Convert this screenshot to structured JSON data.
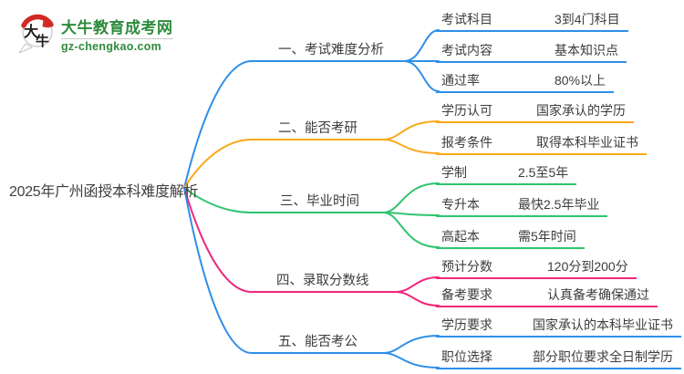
{
  "logo": {
    "site_name": "大牛教育成考网",
    "site_domain": "gz-chengkao.com",
    "mark_char_top": "大",
    "mark_char_bottom": "牛",
    "green": "#2e8b3d",
    "red": "#cf2b24"
  },
  "mindmap": {
    "root": "2025年广州函授本科难度解析",
    "colors": {
      "blue": "#2e8fe9",
      "orange": "#fba819",
      "green": "#2ec46e",
      "pink": "#f0267c"
    },
    "branches": [
      {
        "label": "一、考试难度分析",
        "color": "blue",
        "leaves": [
          {
            "label": "考试科目",
            "value": "3到4门科目"
          },
          {
            "label": "考试内容",
            "value": "基本知识点"
          },
          {
            "label": "通过率",
            "value": "80%以上"
          }
        ]
      },
      {
        "label": "二、能否考研",
        "color": "orange",
        "leaves": [
          {
            "label": "学历认可",
            "value": "国家承认的学历"
          },
          {
            "label": "报考条件",
            "value": "取得本科毕业证书"
          }
        ]
      },
      {
        "label": "三、毕业时间",
        "color": "green",
        "leaves": [
          {
            "label": "学制",
            "value": "2.5至5年"
          },
          {
            "label": "专升本",
            "value": "最快2.5年毕业"
          },
          {
            "label": "高起本",
            "value": "需5年时间"
          }
        ]
      },
      {
        "label": "四、录取分数线",
        "color": "pink",
        "leaves": [
          {
            "label": "预计分数",
            "value": "120分到200分"
          },
          {
            "label": "备考要求",
            "value": "认真备考确保通过"
          }
        ]
      },
      {
        "label": "五、能否考公",
        "color": "blue",
        "leaves": [
          {
            "label": "学历要求",
            "value": "国家承认的本科毕业证书"
          },
          {
            "label": "职位选择",
            "value": "部分职位要求全日制学历"
          }
        ]
      }
    ]
  }
}
